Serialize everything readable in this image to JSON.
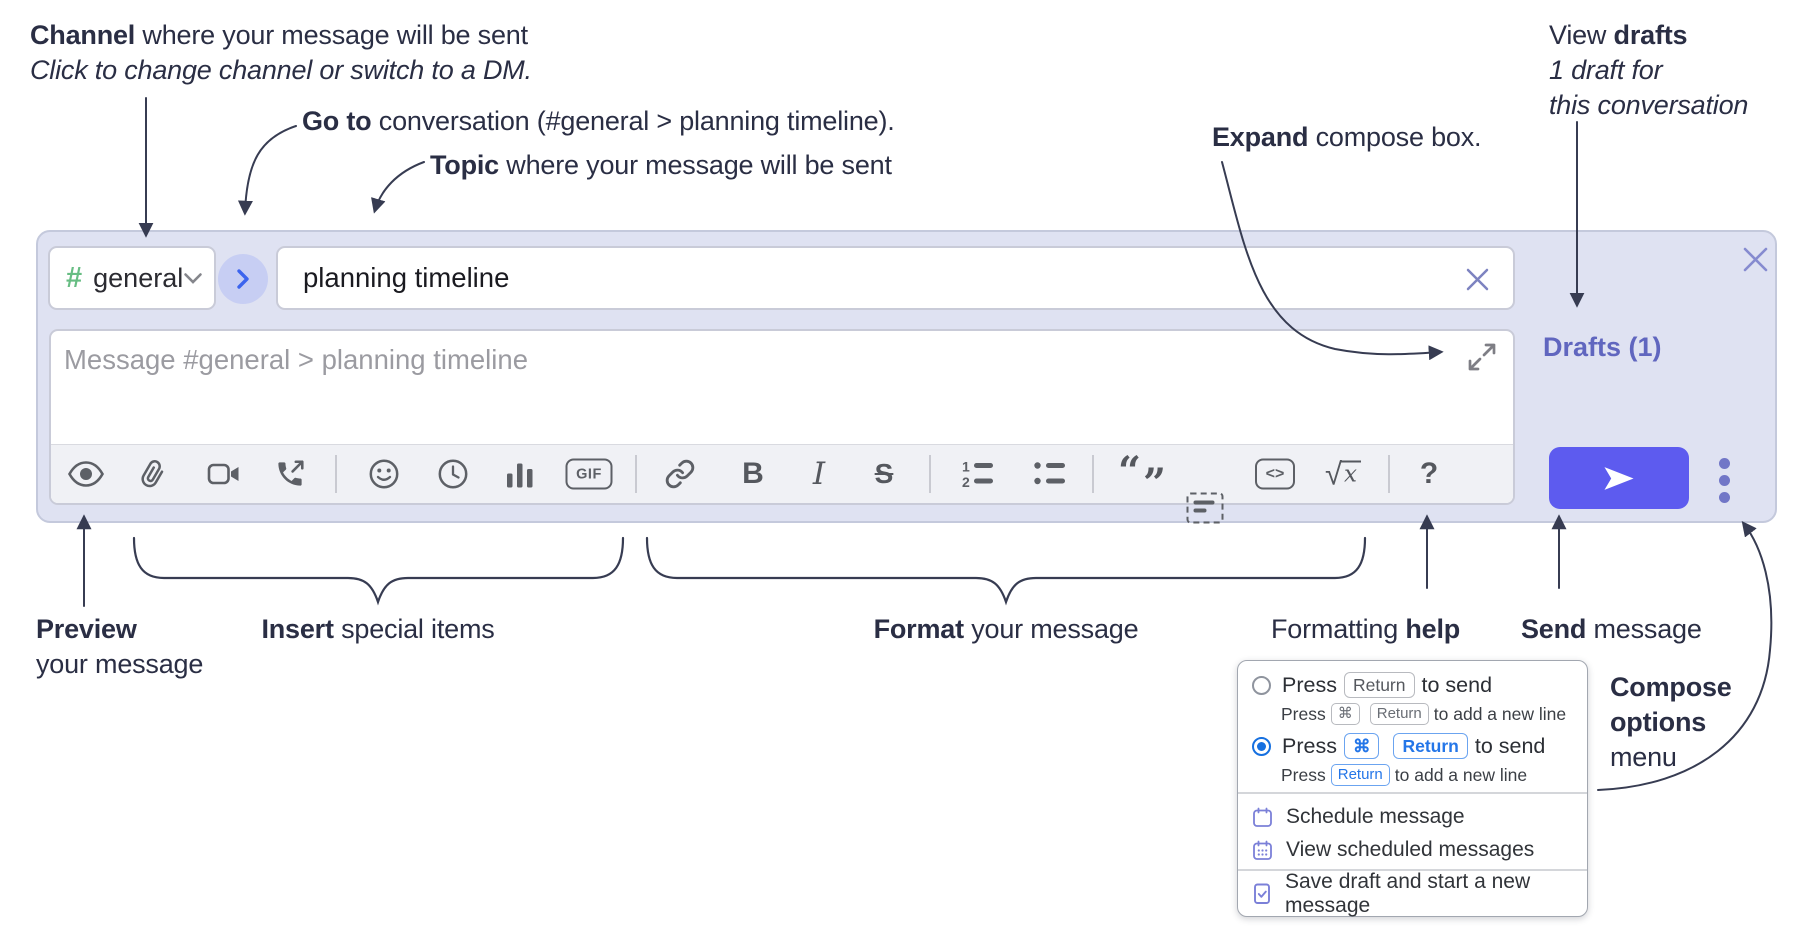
{
  "annotations": {
    "channel_line1_bold": "Channel",
    "channel_line1_rest": " where your message will be sent",
    "channel_line2": "Click to change channel or switch to a DM.",
    "goto_bold": "Go to",
    "goto_rest": " conversation (#general > planning timeline).",
    "topic_bold": "Topic",
    "topic_rest": " where your message will be sent",
    "expand_bold": "Expand",
    "expand_rest": " compose box.",
    "drafts_pre": "View ",
    "drafts_bold": "drafts",
    "drafts_line2": "1 draft for",
    "drafts_line3": "this conversation",
    "preview_bold": "Preview",
    "preview_line2": "your message",
    "insert_bold": "Insert",
    "insert_rest": " special items",
    "format_bold": "Format",
    "format_rest": " your message",
    "help_pre": "Formatting ",
    "help_bold": "help",
    "send_bold": "Send",
    "send_rest": " message",
    "compose_options_line1": "Compose",
    "compose_options_line2": "options",
    "compose_options_line3": "menu"
  },
  "compose": {
    "channel_hash": "#",
    "channel_name": "general",
    "topic_value": "planning timeline",
    "message_placeholder": "Message #general > planning timeline",
    "drafts_link": "Drafts (1)",
    "toolbar": {
      "gif_label": "GIF",
      "bold_label": "B",
      "italic_label": "I",
      "strike_label": "S",
      "code_label": "<>",
      "math_radical": "√",
      "math_x": "x",
      "ol_1": "1",
      "ol_2": "2",
      "quote_open": "“",
      "quote_close": "”",
      "help_label": "?",
      "icon_names": [
        "preview",
        "attach-file",
        "start-video-call",
        "start-voice-call",
        "add-emoji",
        "add-global-time",
        "add-poll",
        "add-gif",
        "link",
        "bold",
        "italic",
        "strikethrough",
        "numbered-list",
        "bulleted-list",
        "quote",
        "spoiler",
        "code",
        "math",
        "message-formatting-help"
      ]
    }
  },
  "menu": {
    "option1": {
      "press": "Press",
      "key1": "Return",
      "after": "to send",
      "sub_press": "Press",
      "sub_key1": "⌘",
      "sub_key2": "Return",
      "sub_after": "to add a new line"
    },
    "option2": {
      "press": "Press",
      "key1": "⌘",
      "key2": "Return",
      "after": "to send",
      "sub_press": "Press",
      "sub_key1": "Return",
      "sub_after": "to add a new line"
    },
    "items": [
      {
        "label": "Schedule message"
      },
      {
        "label": "View scheduled messages"
      },
      {
        "label": "Save draft and start a new message"
      }
    ]
  },
  "colors": {
    "compose_bg": "#dfe2f2",
    "send_button": "#5d5bef",
    "channel_hash_green": "#67bd83",
    "drafts_link": "#6066bf",
    "selected_key_blue": "#2476e8",
    "annotation_ink": "#2a2e44"
  }
}
